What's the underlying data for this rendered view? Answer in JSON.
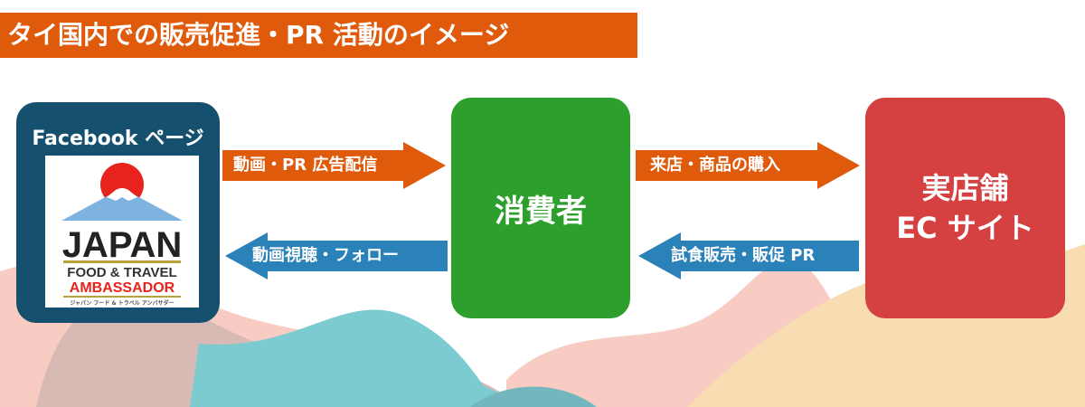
{
  "title": "タイ国内での販売促進・PR 活動のイメージ",
  "facebook": {
    "heading": "Facebook ページ",
    "logo": {
      "main": "JAPAN",
      "line2": "FOOD & TRAVEL",
      "line3": "AMBASSADOR",
      "kana": "ジャパン フード & トラベル アンバサダー"
    }
  },
  "consumer": {
    "label": "消費者"
  },
  "store": {
    "line1": "実店舗",
    "line2": "EC サイト"
  },
  "arrows": {
    "fb_to_consumer": "動画・PR 広告配信",
    "consumer_to_fb": "動画視聴・フォロー",
    "consumer_to_store": "来店・商品の購入",
    "store_to_consumer": "試食販売・販促 PR"
  },
  "colors": {
    "orange": "#df5a0b",
    "blue": "#2a82b8",
    "navy": "#16506f",
    "green": "#2d9f2d",
    "red": "#d54141"
  }
}
